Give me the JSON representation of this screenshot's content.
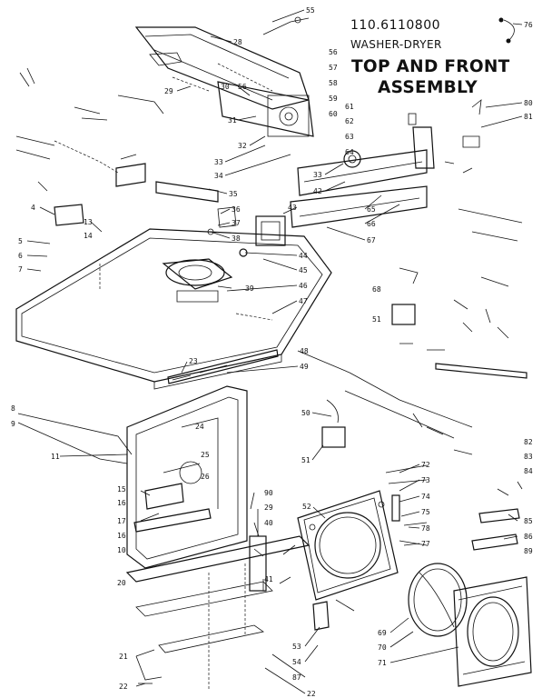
{
  "header": {
    "model_number": "110.6110800",
    "product": "WASHER-DRYER",
    "title_line1": "TOP AND FRONT",
    "title_line2": "ASSEMBLY"
  },
  "callouts": [
    {
      "id": "c55",
      "text": "55"
    },
    {
      "id": "c28a",
      "text": "28"
    },
    {
      "id": "c56a",
      "text": "56"
    },
    {
      "id": "c57",
      "text": "57"
    },
    {
      "id": "c58",
      "text": "58"
    },
    {
      "id": "c59",
      "text": "59"
    },
    {
      "id": "c60",
      "text": "60"
    },
    {
      "id": "c29",
      "text": "29"
    },
    {
      "id": "c30",
      "text": "30"
    },
    {
      "id": "c56b",
      "text": "56"
    },
    {
      "id": "c31",
      "text": "31"
    },
    {
      "id": "c32",
      "text": "32"
    },
    {
      "id": "c33a",
      "text": "33"
    },
    {
      "id": "c34",
      "text": "34"
    },
    {
      "id": "c33b",
      "text": "33"
    },
    {
      "id": "c42",
      "text": "42"
    },
    {
      "id": "c61",
      "text": "61"
    },
    {
      "id": "c62",
      "text": "62"
    },
    {
      "id": "c63",
      "text": "63"
    },
    {
      "id": "c64",
      "text": "64"
    },
    {
      "id": "c76",
      "text": "76"
    },
    {
      "id": "c80",
      "text": "80"
    },
    {
      "id": "c81",
      "text": "81"
    },
    {
      "id": "c35",
      "text": "35"
    },
    {
      "id": "c36",
      "text": "36"
    },
    {
      "id": "c37",
      "text": "37"
    },
    {
      "id": "c38",
      "text": "38"
    },
    {
      "id": "c43",
      "text": "43"
    },
    {
      "id": "c44",
      "text": "44"
    },
    {
      "id": "c45",
      "text": "45"
    },
    {
      "id": "c65",
      "text": "65"
    },
    {
      "id": "c66",
      "text": "66"
    },
    {
      "id": "c67",
      "text": "67"
    },
    {
      "id": "c4",
      "text": "4"
    },
    {
      "id": "c13",
      "text": "13"
    },
    {
      "id": "c14",
      "text": "14"
    },
    {
      "id": "c5",
      "text": "5"
    },
    {
      "id": "c6",
      "text": "6"
    },
    {
      "id": "c7",
      "text": "7"
    },
    {
      "id": "c39",
      "text": "39"
    },
    {
      "id": "c46",
      "text": "46"
    },
    {
      "id": "c47",
      "text": "47"
    },
    {
      "id": "c68",
      "text": "68"
    },
    {
      "id": "c51a",
      "text": "51"
    },
    {
      "id": "c48",
      "text": "48"
    },
    {
      "id": "c23",
      "text": "23"
    },
    {
      "id": "c49",
      "text": "49"
    },
    {
      "id": "c50",
      "text": "50"
    },
    {
      "id": "c51b",
      "text": "51"
    },
    {
      "id": "c8",
      "text": "8"
    },
    {
      "id": "c9",
      "text": "9"
    },
    {
      "id": "c24",
      "text": "24"
    },
    {
      "id": "c11",
      "text": "11"
    },
    {
      "id": "c25",
      "text": "25"
    },
    {
      "id": "c26",
      "text": "26"
    },
    {
      "id": "c15",
      "text": "15"
    },
    {
      "id": "c16a",
      "text": "16"
    },
    {
      "id": "c17",
      "text": "17"
    },
    {
      "id": "c16b",
      "text": "16"
    },
    {
      "id": "c10",
      "text": "10"
    },
    {
      "id": "c20",
      "text": "20"
    },
    {
      "id": "c90",
      "text": "90"
    },
    {
      "id": "c29b",
      "text": "29"
    },
    {
      "id": "c40",
      "text": "40"
    },
    {
      "id": "c41",
      "text": "41"
    },
    {
      "id": "c52",
      "text": "52"
    },
    {
      "id": "c72",
      "text": "72"
    },
    {
      "id": "c73",
      "text": "73"
    },
    {
      "id": "c74",
      "text": "74"
    },
    {
      "id": "c75",
      "text": "75"
    },
    {
      "id": "c78",
      "text": "78"
    },
    {
      "id": "c77",
      "text": "77"
    },
    {
      "id": "c82",
      "text": "82"
    },
    {
      "id": "c83",
      "text": "83"
    },
    {
      "id": "c84",
      "text": "84"
    },
    {
      "id": "c85",
      "text": "85"
    },
    {
      "id": "c86",
      "text": "86"
    },
    {
      "id": "c89",
      "text": "89"
    },
    {
      "id": "c53",
      "text": "53"
    },
    {
      "id": "c54",
      "text": "54"
    },
    {
      "id": "c69",
      "text": "69"
    },
    {
      "id": "c70",
      "text": "70"
    },
    {
      "id": "c71",
      "text": "71"
    },
    {
      "id": "c87",
      "text": "87"
    },
    {
      "id": "c21",
      "text": "21"
    },
    {
      "id": "c22a",
      "text": "22"
    },
    {
      "id": "c22b",
      "text": "22"
    }
  ]
}
